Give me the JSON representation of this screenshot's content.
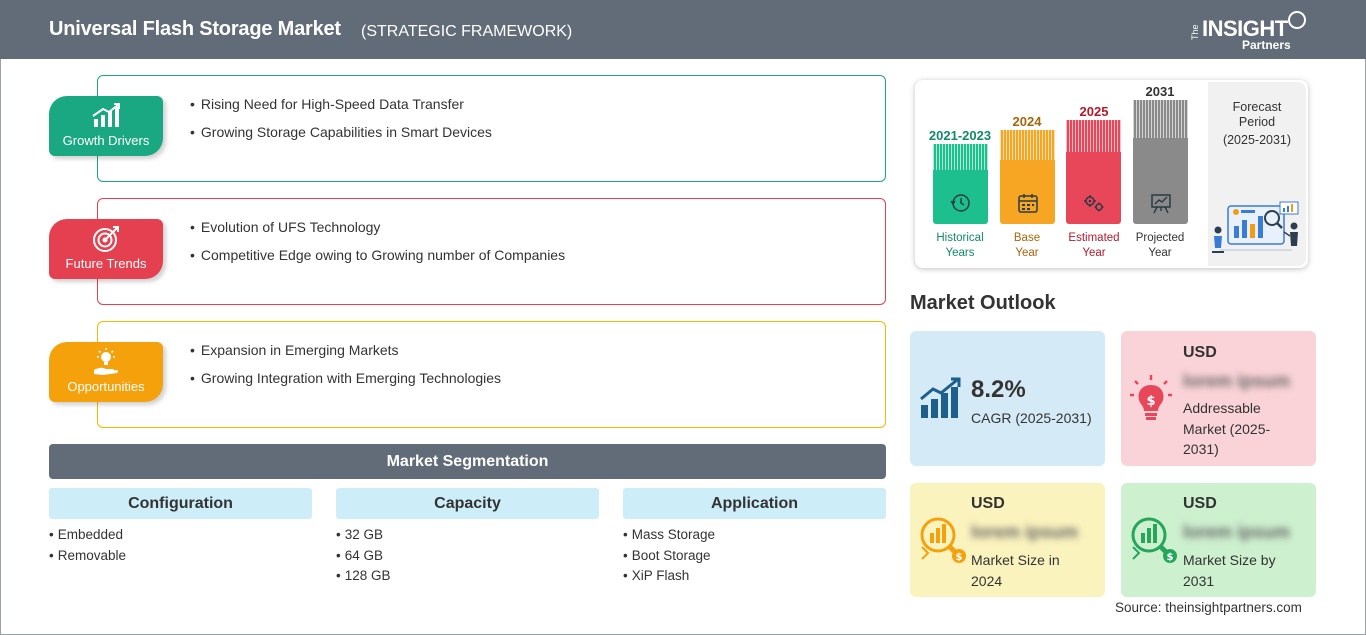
{
  "header": {
    "title": "Universal Flash Storage Market",
    "subtitle": "(STRATEGIC FRAMEWORK)",
    "logo": {
      "the": "The",
      "insight": "INSIGHT",
      "partners": "Partners"
    }
  },
  "framework": [
    {
      "label": "Growth Drivers",
      "color": "#1aa883",
      "items": [
        "Rising Need for High-Speed Data Transfer",
        "Growing Storage Capabilities in Smart Devices"
      ]
    },
    {
      "label": "Future Trends",
      "color": "#e5404f",
      "items": [
        "Evolution of UFS Technology",
        "Competitive Edge owing to Growing number of Companies"
      ]
    },
    {
      "label": "Opportunities",
      "color": "#f5a10c",
      "items": [
        "Expansion in Emerging Markets",
        "Growing Integration with Emerging Technologies"
      ]
    }
  ],
  "segmentation": {
    "title": "Market Segmentation",
    "columns": [
      {
        "name": "Configuration",
        "items": [
          "Embedded",
          "Removable"
        ]
      },
      {
        "name": "Capacity",
        "items": [
          "32 GB",
          "64 GB",
          "128 GB"
        ]
      },
      {
        "name": "Application",
        "items": [
          "Mass Storage",
          "Boot Storage",
          "XiP Flash"
        ]
      }
    ]
  },
  "timeline": {
    "periods": [
      {
        "year": "2021-2023",
        "caption": [
          "Historical",
          "Years"
        ],
        "color": "#1dbf8f",
        "year_color": "#128a68",
        "cap_color": "#128a68"
      },
      {
        "year": "2024",
        "caption": [
          "Base",
          "Year"
        ],
        "color": "#f6a623",
        "year_color": "#a8650a",
        "cap_color": "#a8650a"
      },
      {
        "year": "2025",
        "caption": [
          "Estimated",
          "Year"
        ],
        "color": "#e8475a",
        "year_color": "#b3192e",
        "cap_color": "#b3192e"
      },
      {
        "year": "2031",
        "caption": [
          "Projected",
          "Year"
        ],
        "color": "#8a8a8a",
        "year_color": "#333333",
        "cap_color": "#333333"
      }
    ],
    "forecast": [
      "Forecast",
      "Period",
      "(2025-2031)"
    ]
  },
  "outlook": {
    "title": "Market Outlook",
    "cagr": {
      "value": "8.2%",
      "label": "CAGR (2025-2031)"
    },
    "addressable": {
      "currency": "USD",
      "value": "lorem ipsum",
      "label": [
        "Addressable",
        "Market (2025-",
        "2031)"
      ]
    },
    "size_2024": {
      "currency": "USD",
      "value": "lorem ipsum",
      "label": [
        "Market Size in",
        "2024"
      ]
    },
    "size_2031": {
      "currency": "USD",
      "value": "lorem ipsum",
      "label": [
        "Market Size by",
        "2031"
      ]
    }
  },
  "source": "Source: theinsightpartners.com",
  "colors": {
    "header": "#626c78",
    "cagr_card": "#d5eaf7",
    "addr_card": "#f9d3d7",
    "size24_card": "#fbf3bd",
    "size31_card": "#cdf0cf"
  }
}
